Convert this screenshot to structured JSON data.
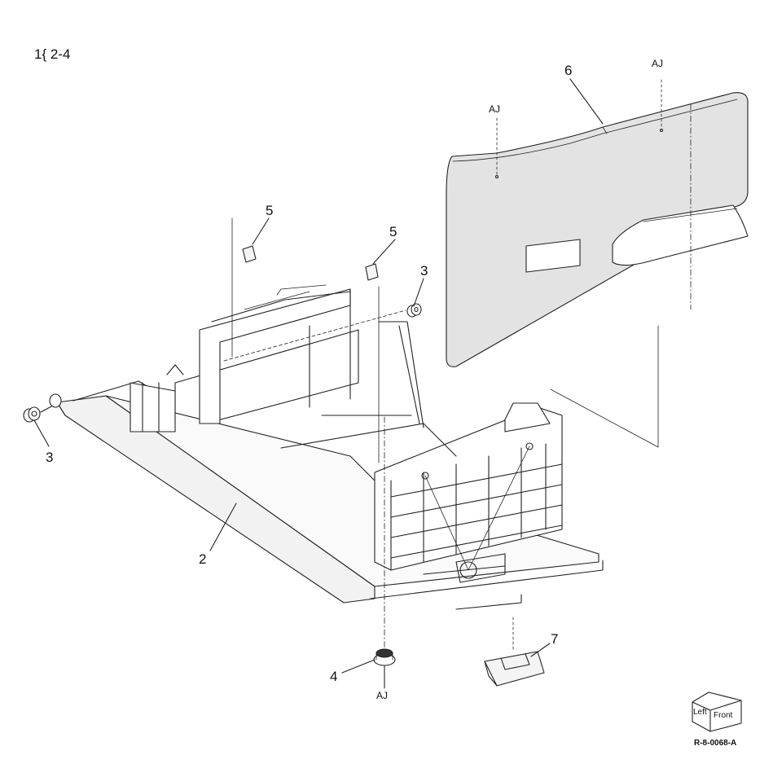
{
  "page_ref": "1{ 2-4",
  "callouts": {
    "p2": "2",
    "p3_right": "3",
    "p3_left": "3",
    "p4": "4",
    "p5_left": "5",
    "p5_right": "5",
    "p6": "6",
    "p7": "7"
  },
  "screw_codes": {
    "aj_top_right": "AJ",
    "aj_top_left": "AJ",
    "aj_bottom": "AJ"
  },
  "orientation_cube": {
    "left": "Left",
    "front": "Front"
  },
  "drawing_number": "R-8-0068-A"
}
